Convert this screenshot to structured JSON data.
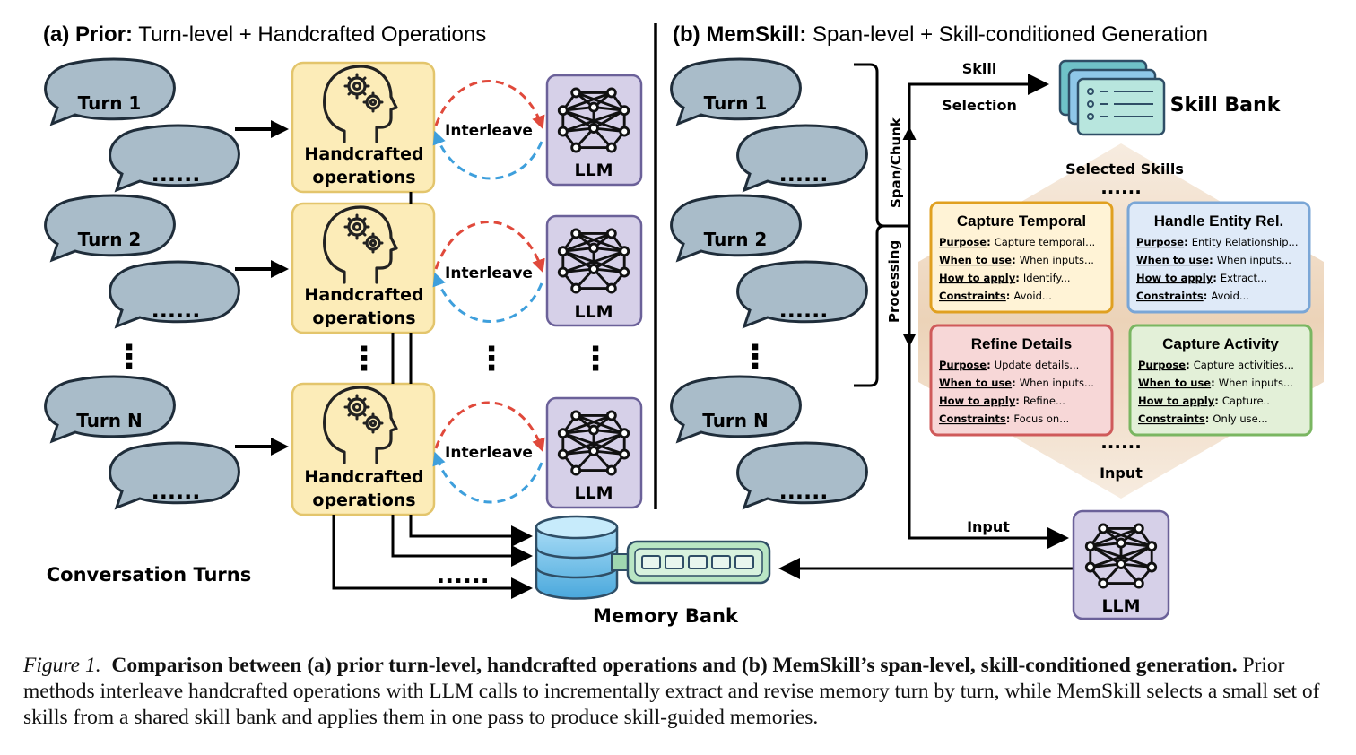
{
  "panel_a": {
    "label": "(a)",
    "bold": "Prior:",
    "rest": "Turn-level + Handcrafted Operations",
    "turns": [
      "Turn 1",
      "Turn 2",
      "Turn N"
    ],
    "ellipsis": "......",
    "vdots": "⋮",
    "ops_line1": "Handcrafted",
    "ops_line2": "operations",
    "interleave": "Interleave",
    "llm": "LLM",
    "conversation_turns": "Conversation Turns",
    "memory_bank": "Memory Bank",
    "arrow_dots": "......"
  },
  "panel_b": {
    "label": "(b)",
    "bold": "MemSkill:",
    "rest": "Span-level + Skill-conditioned Generation",
    "turns": [
      "Turn 1",
      "Turn 2",
      "Turn N"
    ],
    "ellipsis": "......",
    "span_chunk": "Span/Chunk",
    "processing": "Processing",
    "skill": "Skill",
    "selection": "Selection",
    "skill_bank": "Skill Bank",
    "selected_skills": "Selected Skills",
    "dots": "......",
    "input_hex": "Input",
    "input_arrow": "Input",
    "llm": "LLM",
    "skills": [
      {
        "title": "Capture Temporal",
        "rows": [
          [
            "Purpose",
            "Capture temporal..."
          ],
          [
            "When to use",
            "When inputs..."
          ],
          [
            "How to apply",
            "Identify..."
          ],
          [
            "Constraints",
            "Avoid..."
          ]
        ],
        "border": "#e0a020",
        "fill": "#fff3d6"
      },
      {
        "title": "Handle Entity Rel.",
        "rows": [
          [
            "Purpose",
            "Entity Relationship..."
          ],
          [
            "When to use",
            "When inputs..."
          ],
          [
            "How to apply",
            "Extract..."
          ],
          [
            "Constraints",
            "Avoid..."
          ]
        ],
        "border": "#7aa6d6",
        "fill": "#dfeaf8"
      },
      {
        "title": "Refine Details",
        "rows": [
          [
            "Purpose",
            "Update details..."
          ],
          [
            "When to use",
            "When inputs..."
          ],
          [
            "How to apply",
            "Refine..."
          ],
          [
            "Constraints",
            "Focus on..."
          ]
        ],
        "border": "#cf5a5a",
        "fill": "#f7d7d7"
      },
      {
        "title": "Capture Activity",
        "rows": [
          [
            "Purpose",
            "Capture activities..."
          ],
          [
            "When to use",
            "When inputs..."
          ],
          [
            "How to apply",
            "Capture.."
          ],
          [
            "Constraints",
            "Only use..."
          ]
        ],
        "border": "#7ab661",
        "fill": "#e3f0d8"
      }
    ]
  },
  "caption": {
    "fig_label": "Figure 1.",
    "bold": "Comparison between (a) prior turn-level, handcrafted operations and (b) MemSkill’s span-level, skill-conditioned generation.",
    "text": "Prior methods interleave handcrafted operations with LLM calls to incrementally extract and revise memory turn by turn, while MemSkill selects a small set of skills from a shared skill bank and applies them in one pass to produce skill-guided memories."
  },
  "colors": {
    "bubble": "#a9bcc9",
    "ops_fill": "#fcecb8",
    "ops_border": "#e3c56c",
    "llm_fill": "#d6d0e8",
    "llm_border": "#6b6199",
    "red": "#e0493b",
    "blue": "#3e9fdc"
  }
}
